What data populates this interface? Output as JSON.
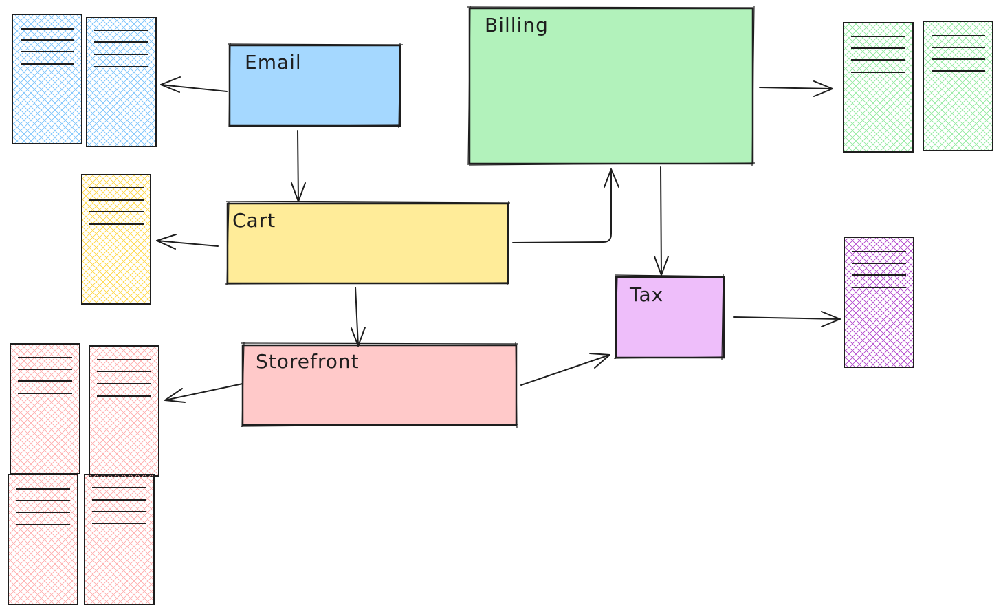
{
  "colors": {
    "stroke": "#1e1e1e",
    "blue": "#a5d8ff",
    "blue_hatch": "#74c0fc",
    "green": "#b2f2bb",
    "green_hatch": "#8ce99a",
    "yellow": "#ffec99",
    "yellow_hatch": "#ffd43b",
    "red": "#ffc9c9",
    "red_hatch": "#ffa8a8",
    "purple": "#eebefa",
    "purple_hatch": "#ae3ec9"
  },
  "nodes": {
    "email": {
      "label": "Email"
    },
    "billing": {
      "label": "Billing"
    },
    "cart": {
      "label": "Cart"
    },
    "storefront": {
      "label": "Storefront"
    },
    "tax": {
      "label": "Tax"
    }
  },
  "documents": {
    "email": {
      "count": 2,
      "color": "blue"
    },
    "billing": {
      "count": 2,
      "color": "green"
    },
    "cart": {
      "count": 1,
      "color": "yellow"
    },
    "storefront": {
      "count": 4,
      "color": "red"
    },
    "tax": {
      "count": 1,
      "color": "purple"
    }
  },
  "edges": [
    {
      "from": "Email",
      "to": "Cart"
    },
    {
      "from": "Cart",
      "to": "Storefront"
    },
    {
      "from": "Cart",
      "to": "Billing"
    },
    {
      "from": "Billing",
      "to": "Tax"
    },
    {
      "from": "Storefront",
      "to": "Tax"
    }
  ]
}
